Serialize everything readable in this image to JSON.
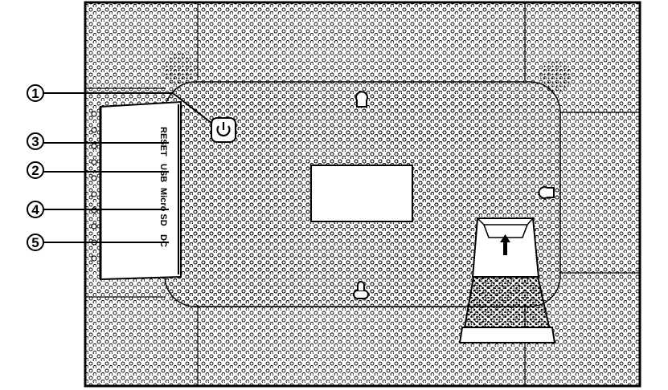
{
  "callouts": [
    {
      "number": "1",
      "target": "power-button"
    },
    {
      "number": "3",
      "target": "reset-port"
    },
    {
      "number": "2",
      "target": "usb-port"
    },
    {
      "number": "4",
      "target": "micro-sd-slot"
    },
    {
      "number": "5",
      "target": "dc-port"
    }
  ],
  "ports": [
    {
      "label": "RESET"
    },
    {
      "label": "USB"
    },
    {
      "label": "Micro SD"
    },
    {
      "label": "DC"
    }
  ],
  "colors": {
    "line": "#000000",
    "background": "#ffffff",
    "accent_fill": "#ffffff"
  },
  "icons": [
    "power-icon",
    "keyhole-icon",
    "stand-arrow-icon",
    "lock-icon"
  ]
}
